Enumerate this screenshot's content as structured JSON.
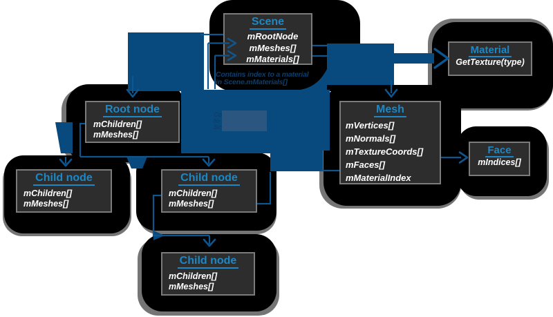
{
  "diagram": {
    "boxes": {
      "scene": {
        "title": "Scene",
        "fields": [
          "mRootNode",
          "mMeshes[]",
          "mMaterials[]"
        ]
      },
      "material": {
        "title": "Material",
        "fields": [
          "GetTexture(type)"
        ]
      },
      "mesh": {
        "title": "Mesh",
        "fields": [
          "mVertices[]",
          "mNormals[]",
          "mTextureCoords[]",
          "mFaces[]",
          "mMaterialIndex"
        ]
      },
      "face": {
        "title": "Face",
        "fields": [
          "mIndices[]"
        ]
      },
      "root_node": {
        "title": "Root node",
        "fields": [
          "mChildren[]",
          "mMeshes[]"
        ]
      },
      "child_node_left": {
        "title": "Child node",
        "fields": [
          "mChildren[]",
          "mMeshes[]"
        ]
      },
      "child_node_center": {
        "title": "Child node",
        "fields": [
          "mChildren[]",
          "mMeshes[]"
        ]
      },
      "child_node_bottom": {
        "title": "Child node",
        "fields": [
          "mChildren[]",
          "mMeshes[]"
        ]
      }
    },
    "notes": {
      "material_note": {
        "line1": "Contains index to a material",
        "line2": "in Scene.mMaterials[]"
      },
      "mesh_note": {
        "line1": "Contains indices",
        "line2": "to meshes in",
        "line3": "Scene.mMeshes[]"
      }
    },
    "colors": {
      "arrow_blue": "#0e568f",
      "mass_blue": "#084a7d",
      "title_blue": "#1e87c5",
      "box_bg": "#2d2d2d",
      "box_border": "#7b7b7b",
      "blob_black": "#000000",
      "shadow_gray": "#757575",
      "note_navy": "#0e3d6a",
      "overlay_blue": "#2b567f"
    }
  }
}
